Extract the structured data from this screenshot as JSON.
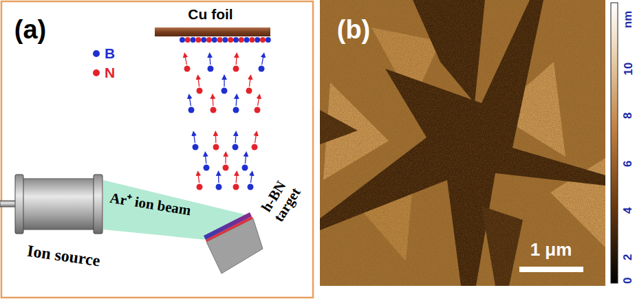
{
  "diagram": {
    "labels": [
      "(a)",
      "Cu foil",
      "Ar⁺ ion beam",
      "Ion source",
      "h-BN target",
      "(b)",
      "1 μm",
      "nm",
      "10",
      "8",
      "6",
      "4",
      "2",
      "0"
    ],
    "legend": [
      {
        "text": "B",
        "color": "#1f2fd0"
      },
      {
        "text": "N",
        "color": "#e3232b"
      }
    ]
  }
}
